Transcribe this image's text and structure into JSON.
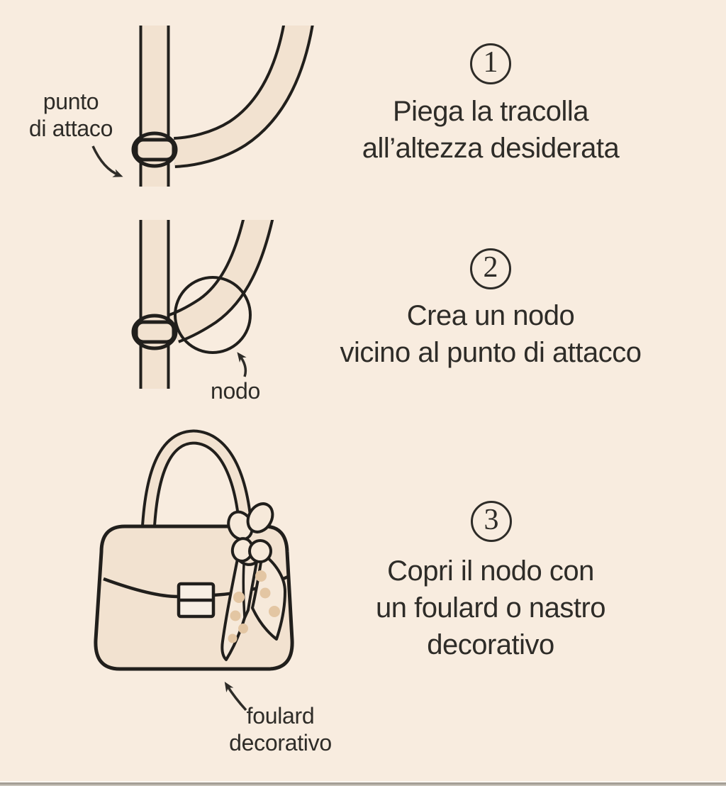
{
  "page": {
    "background": "#f8ecdf",
    "strap_fill": "#f2e2d0",
    "scarf_fill": "#f6e9da",
    "dot_color": "#e3c6a3",
    "outline_color": "#211f1c",
    "text_color": "#2e2c28"
  },
  "steps": [
    {
      "number": "1",
      "caption": "Piega la tracolla\nall’altezza desiderata"
    },
    {
      "number": "2",
      "caption": "Crea un nodo\nvicino al punto di attacco"
    },
    {
      "number": "3",
      "caption": "Copri il nodo con\nun foulard o nastro\ndecorativo"
    }
  ],
  "callouts": {
    "attachment_point": "punto\ndi attaco",
    "knot": "nodo",
    "scarf": "foulard\ndecorativo"
  }
}
